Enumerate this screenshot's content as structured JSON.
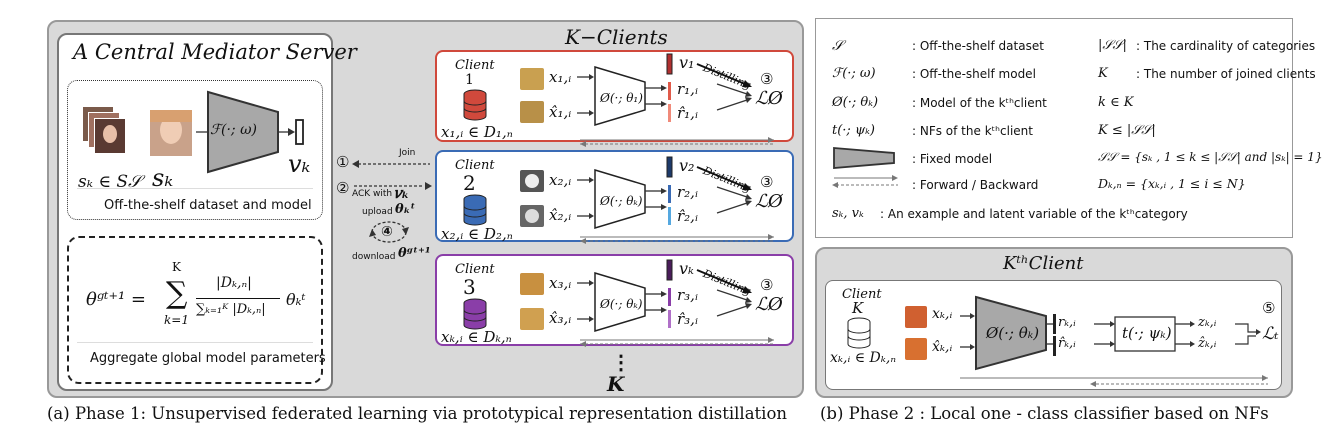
{
  "phase1": {
    "caption": "(a) Phase 1: Unsupervised federated learning via prototypical representation distillation",
    "server": {
      "title": "A Central Mediator Server",
      "sample_math": "sₖ ∈ S𝒮",
      "sample_big": "sₖ",
      "model_label": "ℱ(·; ω)",
      "latent": "𝑣ₖ",
      "dataset_caption": "Off-the-shelf dataset and model",
      "formula_lhs": "θᵍᵗ⁺¹ =",
      "formula_sum_top": "K",
      "formula_sum_bot": "k=1",
      "formula_num": "|Dₖ,ₙ|",
      "formula_den": "∑ₖ₌₁ᴷ |Dₖ,ₙ|",
      "formula_theta": "θₖᵗ",
      "aggregate_caption": "Aggregate global model parameters"
    },
    "comm": {
      "step1": "①",
      "join": "Join",
      "step2": "②",
      "ack": "ACK with",
      "ack_var": "𝑣ₖ",
      "upload": "upload",
      "upload_var": "θₖᵗ",
      "step4": "④",
      "download": "download",
      "download_var": "θᵍᵗ⁺¹"
    },
    "clients_title": "K−Clients",
    "clients": [
      {
        "label": "Client",
        "num": "1",
        "x": "x₁,ᵢ",
        "xhat": "x̂₁,ᵢ",
        "model": "Ø(·; θ₁)",
        "v": "v₁",
        "r": "r₁,ᵢ",
        "rhat": "r̂₁,ᵢ",
        "distill": "Distilling",
        "step": "③",
        "loss": "ℒØ",
        "data": "x₁,ᵢ ∈ D₁,ₙ",
        "color": "#d0493c"
      },
      {
        "label": "Client",
        "num": "2",
        "x": "x₂,ᵢ",
        "xhat": "x̂₂,ᵢ",
        "model": "Ø(·; θₖ)",
        "v": "v₂",
        "r": "r₂,ᵢ",
        "rhat": "r̂₂,ᵢ",
        "distill": "Distilling",
        "step": "③",
        "loss": "ℒØ",
        "data": "x₂,ᵢ ∈ D₂,ₙ",
        "color": "#3a6bb5"
      },
      {
        "label": "Client",
        "num": "3",
        "x": "x₃,ᵢ",
        "xhat": "x̂₃,ᵢ",
        "model": "Ø(·; θₖ)",
        "v": "vₖ",
        "r": "r₃,ᵢ",
        "rhat": "r̂₃,ᵢ",
        "distill": "Distilling",
        "step": "③",
        "loss": "ℒØ",
        "data": "xₖ,ᵢ ∈ Dₖ,ₙ",
        "color": "#8a3ea8"
      }
    ],
    "ellipsis": "⋮",
    "k_bottom": "K"
  },
  "legend": [
    {
      "sym": "𝒮",
      "desc": ": Off-the-shelf dataset",
      "sym2": "|𝒮𝒮|",
      "desc2": ": The cardinality of categories"
    },
    {
      "sym": "ℱ(·; ω)",
      "desc": ": Off-the-shelf model",
      "sym2": "K",
      "desc2": ": The number of joined clients"
    },
    {
      "sym": "Ø(·; θₖ)",
      "desc": ": Model of the kᵗʰclient",
      "sym2": "k ∈ K",
      "desc2": ""
    },
    {
      "sym": "t(·; ψₖ)",
      "desc": ": NFs of the kᵗʰclient",
      "sym2": "K ≤ |𝒮𝒮|",
      "desc2": ""
    },
    {
      "sym": "",
      "desc": ": Fixed model",
      "sym2": "𝒮𝒮 = {sₖ , 1 ≤ k ≤ |𝒮𝒮| and |sₖ| = 1}",
      "desc2": ""
    },
    {
      "sym": "",
      "desc": ": Forward / Backward",
      "sym2": "Dₖ,ₙ = {xₖ,ᵢ , 1 ≤ i ≤ N}",
      "desc2": ""
    },
    {
      "sym": "sₖ, vₖ",
      "desc": ": An example and latent variable of the kᵗʰcategory",
      "sym2": "",
      "desc2": ""
    }
  ],
  "phase2": {
    "title": "KᵗʰClient",
    "client_label": "Client",
    "client_k": "K",
    "x": "xₖ,ᵢ",
    "xhat": "x̂ₖ,ᵢ",
    "model": "Ø(·; θₖ)",
    "r": "rₖ,ᵢ",
    "rhat": "r̂ₖ,ᵢ",
    "nf": "t(·; ψₖ)",
    "z": "zₖ,ᵢ",
    "zhat": "ẑₖ,ᵢ",
    "loss": "ℒₜ",
    "step": "⑤",
    "data": "xₖ,ᵢ ∈ Dₖ,ₙ",
    "caption": "(b) Phase 2 : Local one - class classifier based on NFs"
  }
}
